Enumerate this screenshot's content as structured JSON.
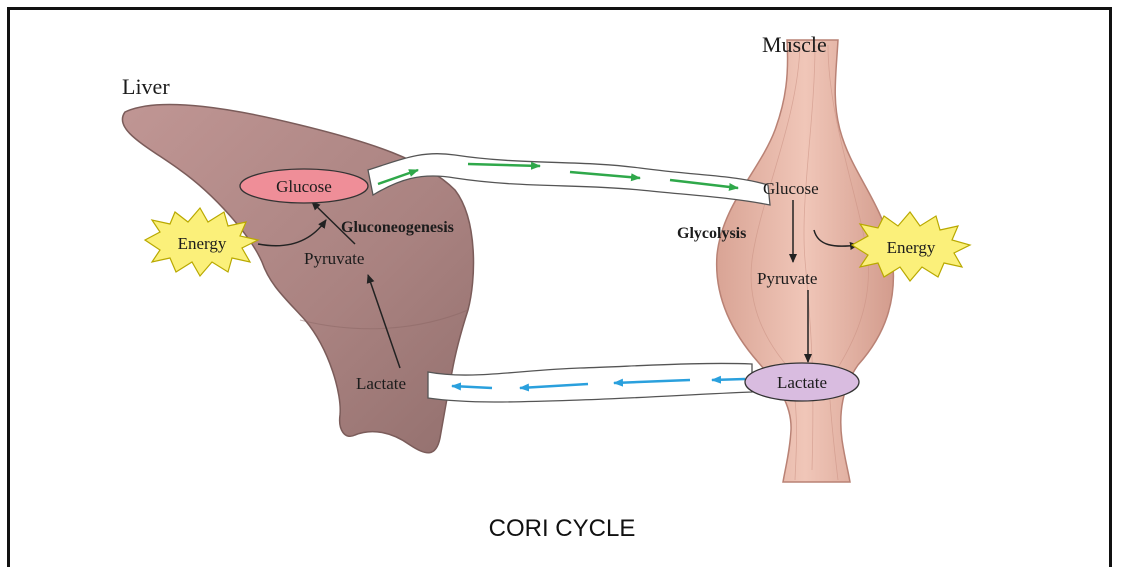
{
  "organs": {
    "liver": "Liver",
    "muscle": "Muscle"
  },
  "liver": {
    "glucose": "Glucose",
    "energy": "Energy",
    "process": "Gluconeogenesis",
    "pyruvate": "Pyruvate",
    "lactate": "Lactate"
  },
  "muscle": {
    "glucose": "Glucose",
    "process": "Glycolysis",
    "energy": "Energy",
    "pyruvate": "Pyruvate",
    "lactate": "Lactate"
  },
  "caption": "CORI CYCLE",
  "colors": {
    "liver_fill": "#b48a88",
    "muscle_fill": "#e6b6a8",
    "glucose_fill": "#ef8e98",
    "lactate_fill": "#d9bce0",
    "energy_fill": "#fbf07a",
    "glucose_arrow": "#2fa84a",
    "lactate_arrow": "#2aa0dd"
  }
}
